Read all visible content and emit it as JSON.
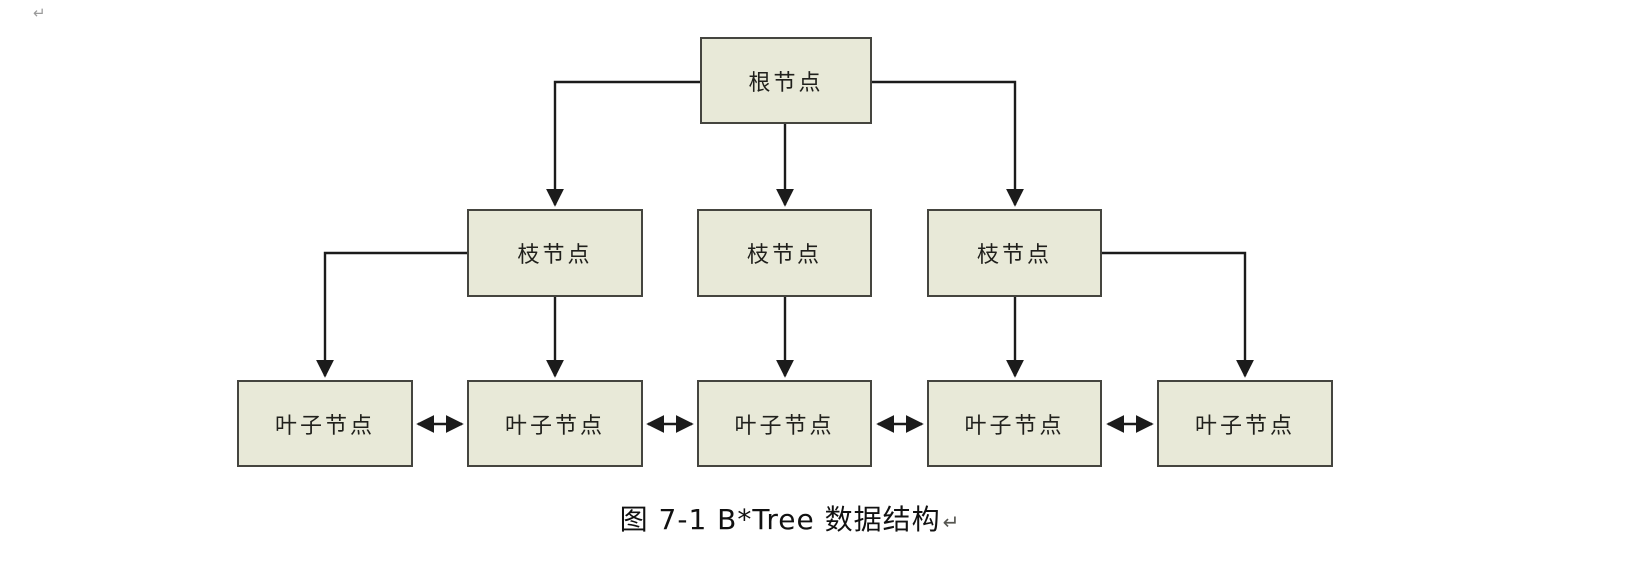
{
  "page": {
    "top_return_mark": "↵"
  },
  "diagram": {
    "root": {
      "label": "根节点"
    },
    "branches": [
      {
        "label": "枝节点"
      },
      {
        "label": "枝节点"
      },
      {
        "label": "枝节点"
      }
    ],
    "leaves": [
      {
        "label": "叶子节点"
      },
      {
        "label": "叶子节点"
      },
      {
        "label": "叶子节点"
      },
      {
        "label": "叶子节点"
      },
      {
        "label": "叶子节点"
      }
    ]
  },
  "caption": {
    "text": "图  7-1 B*Tree 数据结构",
    "return_mark": "↵"
  },
  "colors": {
    "node_fill": "#e8e9d8",
    "node_border": "#45453f",
    "arrow": "#1b1b1b"
  }
}
